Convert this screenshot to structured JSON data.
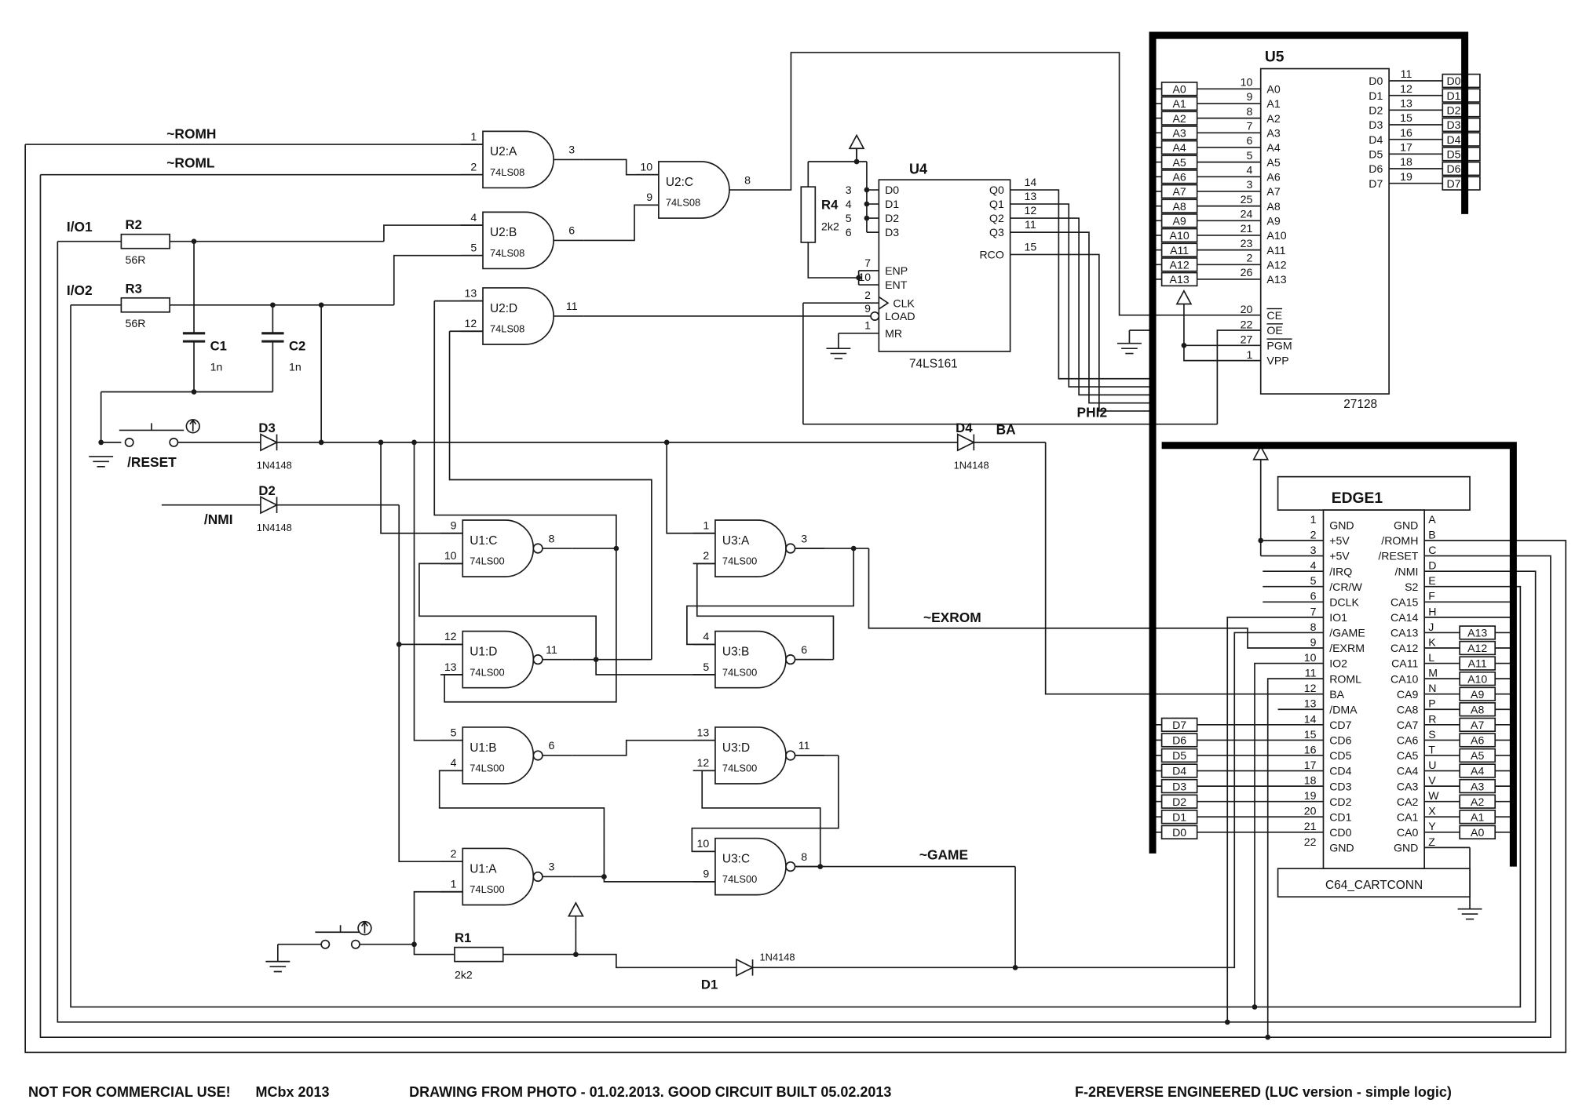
{
  "signals": {
    "romh": "~ROMH",
    "roml": "~ROML",
    "io1": "I/O1",
    "io2": "I/O2",
    "reset": "/RESET",
    "nmi": "/NMI",
    "exrom": "~EXROM",
    "game": "~GAME",
    "ba": "BA",
    "phi2": "PHI2"
  },
  "gates": {
    "u2a": {
      "name": "U2:A",
      "part": "74LS08",
      "in1": "1",
      "in2": "2",
      "out": "3"
    },
    "u2b": {
      "name": "U2:B",
      "part": "74LS08",
      "in1": "4",
      "in2": "5",
      "out": "6"
    },
    "u2c": {
      "name": "U2:C",
      "part": "74LS08",
      "in1": "10",
      "in2": "9",
      "out": "8"
    },
    "u2d": {
      "name": "U2:D",
      "part": "74LS08",
      "in1": "13",
      "in2": "12",
      "out": "11"
    },
    "u1a": {
      "name": "U1:A",
      "part": "74LS00",
      "in1": "2",
      "in2": "1",
      "out": "3"
    },
    "u1b": {
      "name": "U1:B",
      "part": "74LS00",
      "in1": "5",
      "in2": "4",
      "out": "6"
    },
    "u1c": {
      "name": "U1:C",
      "part": "74LS00",
      "in1": "9",
      "in2": "10",
      "out": "8"
    },
    "u1d": {
      "name": "U1:D",
      "part": "74LS00",
      "in1": "12",
      "in2": "13",
      "out": "11"
    },
    "u3a": {
      "name": "U3:A",
      "part": "74LS00",
      "in1": "1",
      "in2": "2",
      "out": "3"
    },
    "u3b": {
      "name": "U3:B",
      "part": "74LS00",
      "in1": "4",
      "in2": "5",
      "out": "6"
    },
    "u3c": {
      "name": "U3:C",
      "part": "74LS00",
      "in1": "10",
      "in2": "9",
      "out": "8"
    },
    "u3d": {
      "name": "U3:D",
      "part": "74LS00",
      "in1": "13",
      "in2": "12",
      "out": "11"
    }
  },
  "resistors": {
    "r1": {
      "ref": "R1",
      "value": "2k2"
    },
    "r2": {
      "ref": "R2",
      "value": "56R"
    },
    "r3": {
      "ref": "R3",
      "value": "56R"
    },
    "r4": {
      "ref": "R4",
      "value": "2k2"
    }
  },
  "capacitors": {
    "c1": {
      "ref": "C1",
      "value": "1n"
    },
    "c2": {
      "ref": "C2",
      "value": "1n"
    }
  },
  "diodes": {
    "d1": {
      "ref": "D1",
      "value": "1N4148"
    },
    "d2": {
      "ref": "D2",
      "value": "1N4148"
    },
    "d3": {
      "ref": "D3",
      "value": "1N4148"
    },
    "d4": {
      "ref": "D4",
      "value": "1N4148"
    }
  },
  "u4": {
    "ref": "U4",
    "part": "74LS161",
    "d": [
      {
        "pin": "3",
        "name": "D0"
      },
      {
        "pin": "4",
        "name": "D1"
      },
      {
        "pin": "5",
        "name": "D2"
      },
      {
        "pin": "6",
        "name": "D3"
      }
    ],
    "ctrl": [
      {
        "pin": "7",
        "name": "ENP"
      },
      {
        "pin": "10",
        "name": "ENT"
      },
      {
        "pin": "2",
        "name": "CLK"
      },
      {
        "pin": "9",
        "name": "LOAD"
      },
      {
        "pin": "1",
        "name": "MR"
      }
    ],
    "q": [
      {
        "pin": "14",
        "name": "Q0"
      },
      {
        "pin": "13",
        "name": "Q1"
      },
      {
        "pin": "12",
        "name": "Q2"
      },
      {
        "pin": "11",
        "name": "Q3"
      }
    ],
    "rco": {
      "pin": "15",
      "name": "RCO"
    }
  },
  "u5": {
    "ref": "U5",
    "part": "27128",
    "addr": [
      {
        "pin": "10",
        "name": "A0",
        "tag": "A0"
      },
      {
        "pin": "9",
        "name": "A1",
        "tag": "A1"
      },
      {
        "pin": "8",
        "name": "A2",
        "tag": "A2"
      },
      {
        "pin": "7",
        "name": "A3",
        "tag": "A3"
      },
      {
        "pin": "6",
        "name": "A4",
        "tag": "A4"
      },
      {
        "pin": "5",
        "name": "A5",
        "tag": "A5"
      },
      {
        "pin": "4",
        "name": "A6",
        "tag": "A6"
      },
      {
        "pin": "3",
        "name": "A7",
        "tag": "A7"
      },
      {
        "pin": "25",
        "name": "A8",
        "tag": "A8"
      },
      {
        "pin": "24",
        "name": "A9",
        "tag": "A9"
      },
      {
        "pin": "21",
        "name": "A10",
        "tag": "A10"
      },
      {
        "pin": "23",
        "name": "A11",
        "tag": "A11"
      },
      {
        "pin": "2",
        "name": "A12",
        "tag": "A12"
      },
      {
        "pin": "26",
        "name": "A13",
        "tag": "A13"
      }
    ],
    "data": [
      {
        "pin": "11",
        "name": "D0",
        "tag": "D0"
      },
      {
        "pin": "12",
        "name": "D1",
        "tag": "D1"
      },
      {
        "pin": "13",
        "name": "D2",
        "tag": "D2"
      },
      {
        "pin": "15",
        "name": "D3",
        "tag": "D3"
      },
      {
        "pin": "16",
        "name": "D4",
        "tag": "D4"
      },
      {
        "pin": "17",
        "name": "D5",
        "tag": "D5"
      },
      {
        "pin": "18",
        "name": "D6",
        "tag": "D6"
      },
      {
        "pin": "19",
        "name": "D7",
        "tag": "D7"
      }
    ],
    "ctrl": [
      {
        "pin": "20",
        "name": "CE"
      },
      {
        "pin": "22",
        "name": "OE"
      },
      {
        "pin": "27",
        "name": "PGM"
      },
      {
        "pin": "1",
        "name": "VPP"
      }
    ]
  },
  "edge": {
    "ref": "EDGE1",
    "part": "C64_CARTCONN",
    "left": [
      {
        "num": "1",
        "name": "GND"
      },
      {
        "num": "2",
        "name": "+5V"
      },
      {
        "num": "3",
        "name": "+5V"
      },
      {
        "num": "4",
        "name": "/IRQ"
      },
      {
        "num": "5",
        "name": "/CR/W"
      },
      {
        "num": "6",
        "name": "DCLK"
      },
      {
        "num": "7",
        "name": "IO1"
      },
      {
        "num": "8",
        "name": "/GAME"
      },
      {
        "num": "9",
        "name": "/EXRM"
      },
      {
        "num": "10",
        "name": "IO2"
      },
      {
        "num": "11",
        "name": "ROML"
      },
      {
        "num": "12",
        "name": "BA"
      },
      {
        "num": "13",
        "name": "/DMA"
      },
      {
        "num": "14",
        "name": "CD7"
      },
      {
        "num": "15",
        "name": "CD6"
      },
      {
        "num": "16",
        "name": "CD5"
      },
      {
        "num": "17",
        "name": "CD4"
      },
      {
        "num": "18",
        "name": "CD3"
      },
      {
        "num": "19",
        "name": "CD2"
      },
      {
        "num": "20",
        "name": "CD1"
      },
      {
        "num": "21",
        "name": "CD0"
      },
      {
        "num": "22",
        "name": "GND"
      }
    ],
    "right": [
      {
        "letter": "A",
        "name": "GND"
      },
      {
        "letter": "B",
        "name": "/ROMH"
      },
      {
        "letter": "C",
        "name": "/RESET"
      },
      {
        "letter": "D",
        "name": "/NMI"
      },
      {
        "letter": "E",
        "name": "S2"
      },
      {
        "letter": "F",
        "name": "CA15"
      },
      {
        "letter": "H",
        "name": "CA14"
      },
      {
        "letter": "J",
        "name": "CA13"
      },
      {
        "letter": "K",
        "name": "CA12"
      },
      {
        "letter": "L",
        "name": "CA11"
      },
      {
        "letter": "M",
        "name": "CA10"
      },
      {
        "letter": "N",
        "name": "CA9"
      },
      {
        "letter": "P",
        "name": "CA8"
      },
      {
        "letter": "R",
        "name": "CA7"
      },
      {
        "letter": "S",
        "name": "CA6"
      },
      {
        "letter": "T",
        "name": "CA5"
      },
      {
        "letter": "U",
        "name": "CA4"
      },
      {
        "letter": "V",
        "name": "CA3"
      },
      {
        "letter": "W",
        "name": "CA2"
      },
      {
        "letter": "X",
        "name": "CA1"
      },
      {
        "letter": "Y",
        "name": "CA0"
      },
      {
        "letter": "Z",
        "name": "GND"
      }
    ],
    "atags": [
      {
        "tag": "A13"
      },
      {
        "tag": "A12"
      },
      {
        "tag": "A11"
      },
      {
        "tag": "A10"
      },
      {
        "tag": "A9"
      },
      {
        "tag": "A8"
      },
      {
        "tag": "A7"
      },
      {
        "tag": "A6"
      },
      {
        "tag": "A5"
      },
      {
        "tag": "A4"
      },
      {
        "tag": "A3"
      },
      {
        "tag": "A2"
      },
      {
        "tag": "A1"
      },
      {
        "tag": "A0"
      }
    ],
    "dtags": [
      {
        "tag": "D7"
      },
      {
        "tag": "D6"
      },
      {
        "tag": "D5"
      },
      {
        "tag": "D4"
      },
      {
        "tag": "D3"
      },
      {
        "tag": "D2"
      },
      {
        "tag": "D1"
      },
      {
        "tag": "D0"
      }
    ]
  },
  "footer": {
    "left1": "NOT FOR COMMERCIAL USE!",
    "left2": "MCbx 2013",
    "center": "DRAWING FROM PHOTO - 01.02.2013. GOOD CIRCUIT BUILT 05.02.2013",
    "right": "F-2REVERSE ENGINEERED (LUC version - simple logic)"
  }
}
